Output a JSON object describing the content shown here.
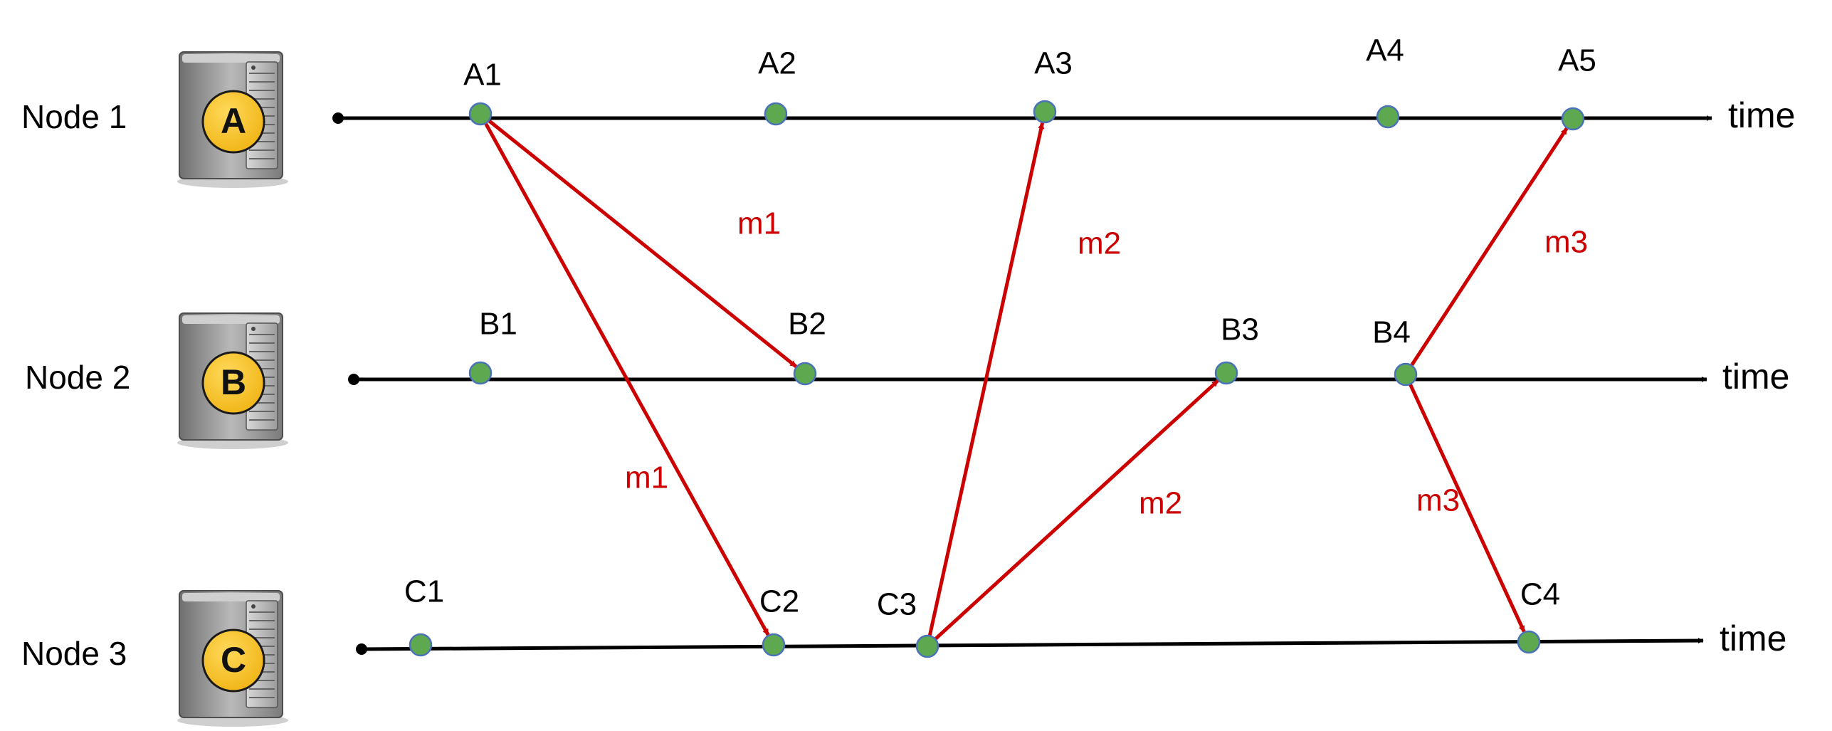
{
  "nodes": [
    {
      "label": "Node 1",
      "badge": "A"
    },
    {
      "label": "Node 2",
      "badge": "B"
    },
    {
      "label": "Node 3",
      "badge": "C"
    }
  ],
  "axis_label": "time",
  "events": [
    "A1",
    "A2",
    "A3",
    "A4",
    "A5",
    "B1",
    "B2",
    "B3",
    "B4",
    "C1",
    "C2",
    "C3",
    "C4"
  ],
  "messages": [
    {
      "label": "m1",
      "from": "A1",
      "to": "B2"
    },
    {
      "label": "m1",
      "from": "A1",
      "to": "C2"
    },
    {
      "label": "m2",
      "from": "C3",
      "to": "A3"
    },
    {
      "label": "m2",
      "from": "C3",
      "to": "B3"
    },
    {
      "label": "m3",
      "from": "B4",
      "to": "A5"
    },
    {
      "label": "m3",
      "from": "B4",
      "to": "C4"
    }
  ],
  "colors": {
    "message": "#cc0000",
    "event_fill": "#5ea84f",
    "event_stroke": "#4a72b8",
    "badge_fill": "#f5c026",
    "line": "#000000"
  }
}
